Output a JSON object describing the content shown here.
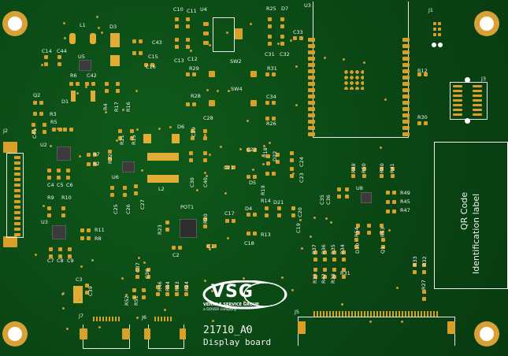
{
  "board": {
    "code": "21710_A0",
    "name": "Display board",
    "logo_text": "VSG",
    "logo_subtext": "VEHICLE SERVICE GROUP",
    "logo_tagline": "a DOVER company",
    "qr_line1": "QR Code",
    "qr_line2": "Identification label"
  },
  "designators": {
    "top": [
      "C10",
      "C11",
      "U4",
      "R25",
      "D7",
      "U3",
      "J1",
      "L1",
      "D3",
      "C43",
      "C14",
      "C44",
      "U5",
      "C15",
      "C16",
      "C13",
      "C12",
      "SW2",
      "C31",
      "C32",
      "C33",
      "R29",
      "R31",
      "R12",
      "J3",
      "R6",
      "C42",
      "Q2",
      "R4",
      "R17",
      "R16",
      "D1",
      "R28",
      "SW4",
      "C34",
      "R3",
      "C41",
      "R5",
      "R26",
      "R30"
    ],
    "middle": [
      "J2",
      "U2",
      "R7",
      "R2",
      "R21",
      "R15",
      "D6",
      "C29",
      "C28",
      "R22",
      "C22",
      "R18",
      "D22",
      "C24",
      "C23",
      "C4",
      "C5",
      "C6",
      "C27",
      "C26",
      "C25",
      "U6",
      "L2",
      "C30",
      "C40",
      "C21",
      "D5",
      "R19",
      "R48",
      "R50",
      "R40",
      "R41",
      "C35",
      "C36",
      "U8",
      "R49",
      "R45",
      "R47"
    ],
    "lower": [
      "R9",
      "R10",
      "U3",
      "R11",
      "R8",
      "C7",
      "C8",
      "C9",
      "R23",
      "POT1",
      "R20",
      "C17",
      "D4",
      "R14",
      "D21",
      "C20",
      "C19",
      "R13",
      "C18",
      "C2",
      "C1",
      "R54",
      "R53",
      "D10",
      "Q1",
      "R37",
      "R36",
      "R35",
      "R34",
      "R33",
      "R32",
      "R27",
      "C3",
      "C39",
      "C37",
      "C38",
      "R52",
      "R51",
      "R46",
      "R44",
      "R43",
      "R24",
      "R39",
      "R42",
      "R38",
      "R31",
      "J7",
      "J6",
      "J5"
    ]
  },
  "colors": {
    "solder_mask": "#0b4a14",
    "copper_pad": "#d8a028",
    "silkscreen": "#f2f2f2"
  }
}
